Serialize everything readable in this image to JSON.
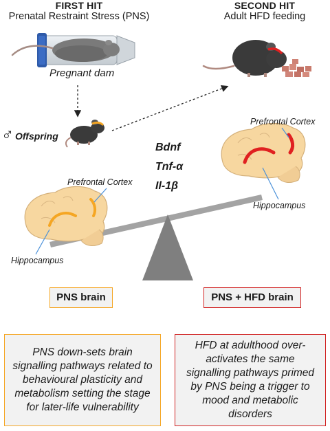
{
  "first_hit": {
    "title": "FIRST HIT",
    "subtitle": "Prenatal Restraint Stress (PNS)"
  },
  "second_hit": {
    "title": "SECOND HIT",
    "subtitle": "Adult HFD feeding"
  },
  "dam_label": "Pregnant dam",
  "offspring_label": "Offspring",
  "male_symbol": "♂",
  "genes": [
    "Bdnf",
    "Tnf-α",
    "Il-1β"
  ],
  "left_brain": {
    "pfc_label": "Prefrontal Cortex",
    "hippo_label": "Hippocampus"
  },
  "right_brain": {
    "pfc_label": "Prefrontal Cortex",
    "hippo_label": "Hippocampus"
  },
  "pns_brain_label": "PNS brain",
  "pns_hfd_brain_label": "PNS + HFD brain",
  "left_summary": "PNS down-sets brain signalling pathways related to behavioural plasticity and metabolism setting the stage for later-life vulnerability",
  "right_summary": "HFD at adulthood over-activates the same signalling pathways primed by PNS being a trigger to mood and metabolic disorders",
  "colors": {
    "orange_accent": "#f5a623",
    "red_accent": "#e02020",
    "brain_fill": "#f7d7a0",
    "seesaw": "#a0a0a0",
    "left_box_border": "#f5a623",
    "right_box_border": "#d02020"
  }
}
